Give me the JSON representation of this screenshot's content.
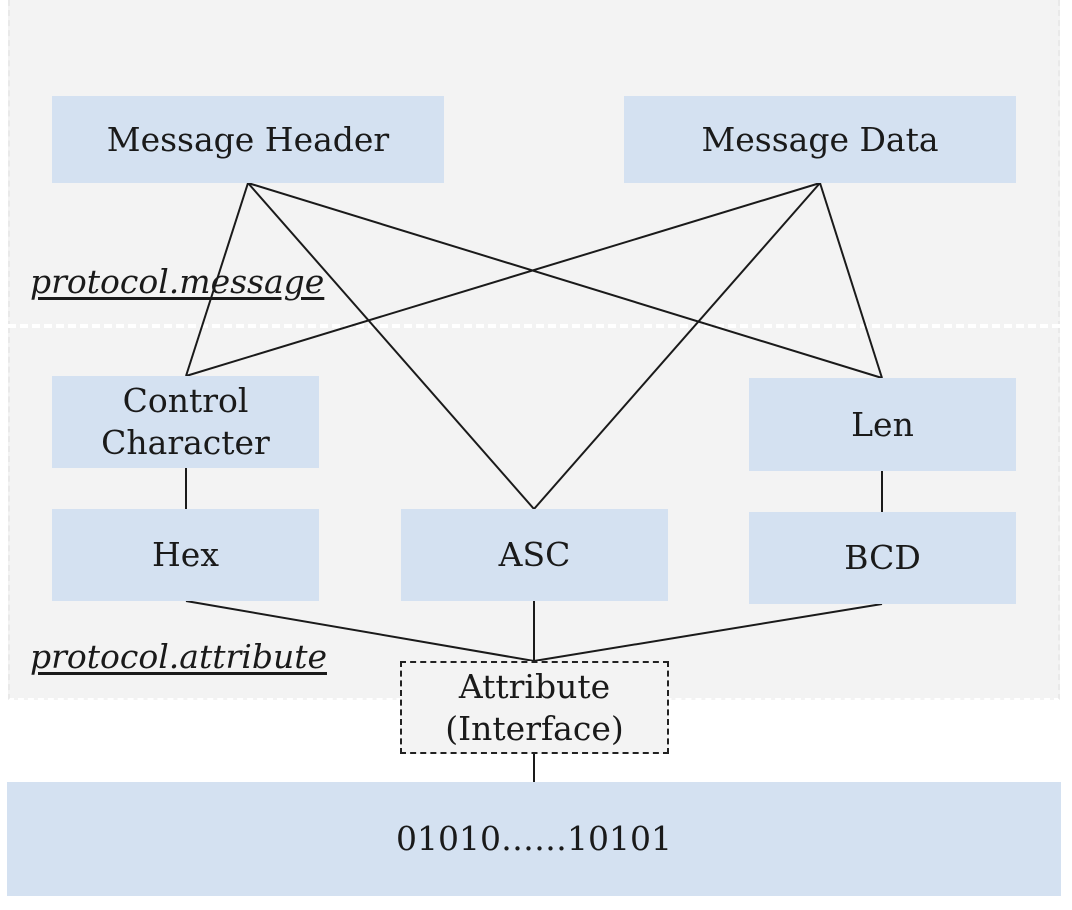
{
  "layers": {
    "message_label": "protocol.message",
    "attribute_label": "protocol.attribute"
  },
  "nodes": {
    "message_header": "Message Header",
    "message_data": "Message Data",
    "control_character_line1": "Control",
    "control_character_line2": "Character",
    "len": "Len",
    "hex": "Hex",
    "asc": "ASC",
    "bcd": "BCD",
    "attribute_line1": "Attribute",
    "attribute_line2": "(Interface)",
    "binary": "01010……10101"
  },
  "colors": {
    "node_fill": "#d4e1f1",
    "region_fill": "#f3f3f3",
    "line": "#1a1a1a"
  }
}
